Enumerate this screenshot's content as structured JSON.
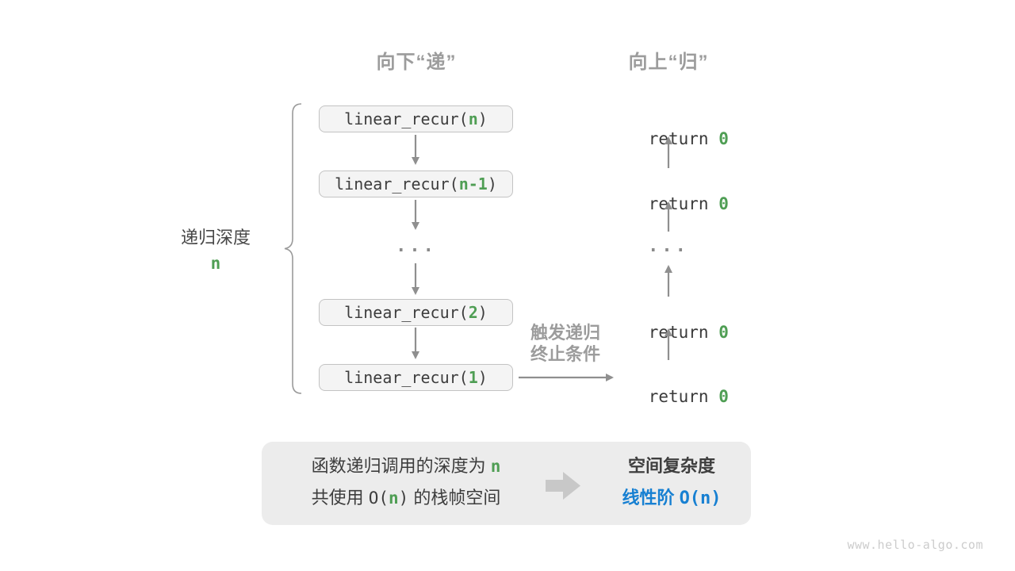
{
  "colors": {
    "green_accent": "#4f9e54",
    "blue_accent": "#1780d2",
    "gray_label": "#9c9c9c",
    "dark_text": "#3d3d3d",
    "box_fill": "#f4f4f4",
    "box_border": "#c3c3c3",
    "arrow": "#8f8f8f",
    "summary_fill": "#ececec"
  },
  "headers": {
    "down": "向下“递”",
    "up": "向上“归”"
  },
  "depth_label": {
    "text": "递归深度",
    "var": "n"
  },
  "call_stack": {
    "ellipsis": "...",
    "boxes": [
      {
        "pre": "linear_recur(",
        "arg": "n",
        "post": ")"
      },
      {
        "pre": "linear_recur(",
        "arg": "n-1",
        "post": ")"
      },
      {
        "pre": "linear_recur(",
        "arg": "2",
        "post": ")"
      },
      {
        "pre": "linear_recur(",
        "arg": "1",
        "post": ")"
      }
    ]
  },
  "returns": {
    "label": "return ",
    "value": "0",
    "ellipsis": "..."
  },
  "termination": {
    "line1": "触发递归",
    "line2": "终止条件"
  },
  "summary": {
    "line1_text": "函数递归调用的深度为 ",
    "line1_var": "n",
    "line2_pre": "共使用 ",
    "line2_code_open": "O(",
    "line2_var": "n",
    "line2_code_close": ")",
    "line2_post": " 的栈帧空间",
    "result_title": "空间复杂度",
    "result_class": "线性阶 ",
    "result_code": "O(n)"
  },
  "watermark": "www.hello-algo.com"
}
